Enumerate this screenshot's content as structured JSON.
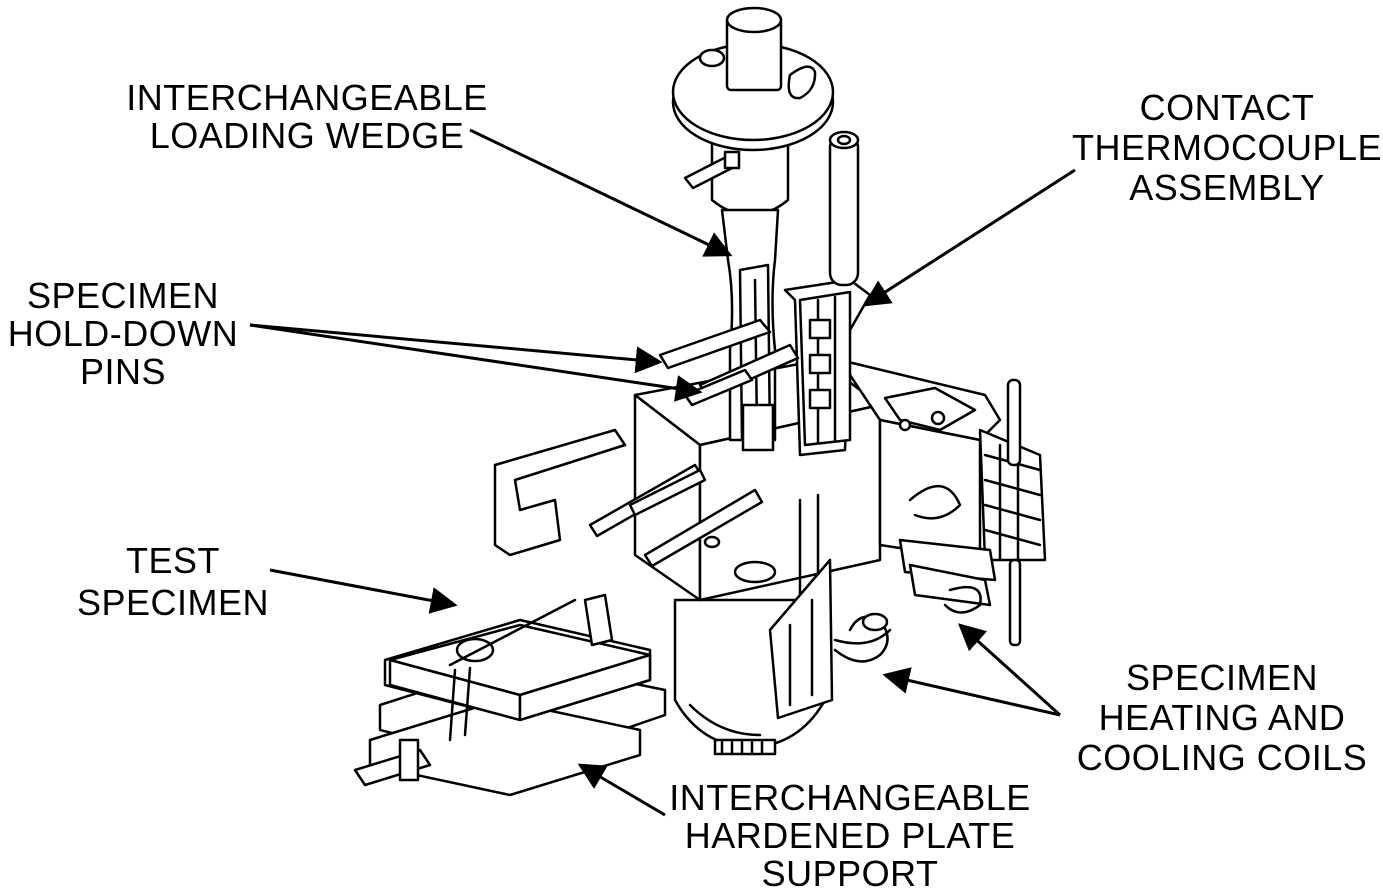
{
  "labels": {
    "loading_wedge": [
      "INTERCHANGEABLE",
      "LOADING WEDGE"
    ],
    "thermocouple": [
      "CONTACT",
      "THERMOCOUPLE",
      "ASSEMBLY"
    ],
    "hold_down_pins": [
      "SPECIMEN",
      "HOLD-DOWN",
      "PINS"
    ],
    "test_specimen": [
      "TEST",
      "SPECIMEN"
    ],
    "heating_coils": [
      "SPECIMEN",
      "HEATING AND",
      "COOLING COILS"
    ],
    "plate_support": [
      "INTERCHANGEABLE",
      "HARDENED PLATE",
      "SUPPORT"
    ]
  }
}
